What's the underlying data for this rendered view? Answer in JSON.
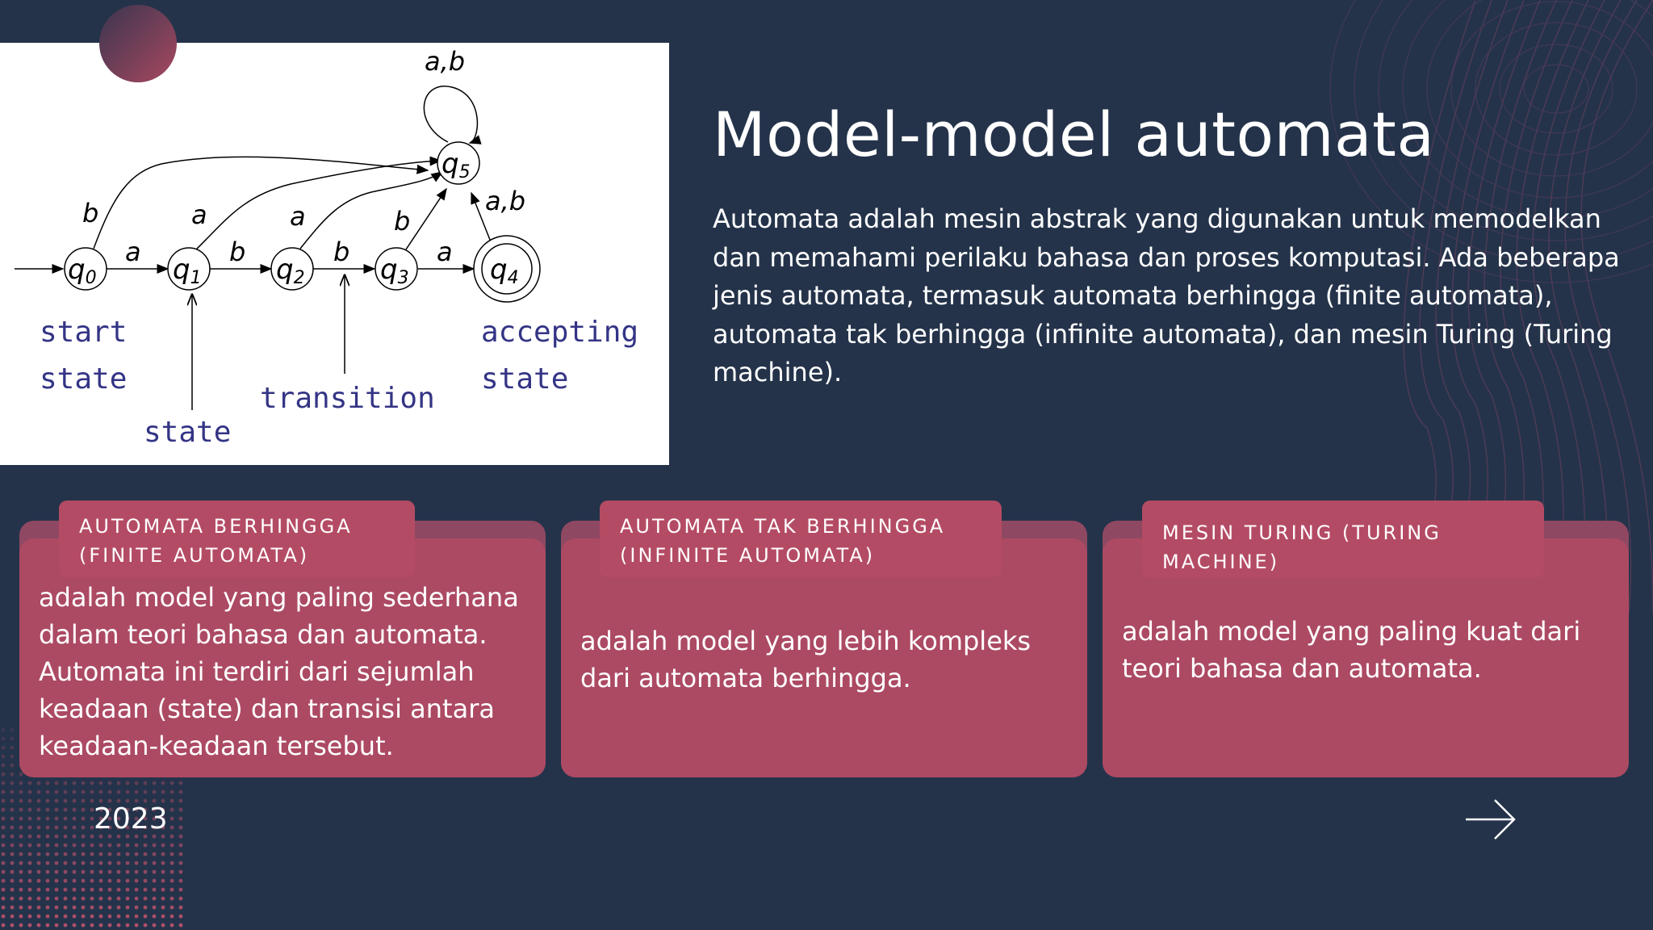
{
  "slide": {
    "title": "Model-model automata",
    "intro": "Automata adalah mesin abstrak yang digunakan untuk memodelkan dan memahami perilaku bahasa dan proses komputasi. Ada beberapa jenis automata, termasuk automata berhingga (finite automata), automata tak berhingga (infinite automata), dan mesin Turing (Turing machine).",
    "year": "2023",
    "next_icon": "arrow-right-icon"
  },
  "diagram": {
    "states": [
      "q0",
      "q1",
      "q2",
      "q3",
      "q4",
      "q5"
    ],
    "transitions": [
      {
        "from": "q0",
        "to": "q1",
        "label": "a"
      },
      {
        "from": "q1",
        "to": "q2",
        "label": "b"
      },
      {
        "from": "q2",
        "to": "q3",
        "label": "b"
      },
      {
        "from": "q3",
        "to": "q4",
        "label": "a"
      },
      {
        "from": "q0",
        "to": "q5",
        "label": "b"
      },
      {
        "from": "q1",
        "to": "q5",
        "label": "a"
      },
      {
        "from": "q2",
        "to": "q5",
        "label": "a"
      },
      {
        "from": "q3",
        "to": "q5",
        "label": "b"
      },
      {
        "from": "q4",
        "to": "q5",
        "label": "a,b"
      },
      {
        "from": "q5",
        "to": "q5",
        "label": "a,b"
      }
    ],
    "start_state": "q0",
    "accepting_state": "q4",
    "annotations": {
      "start_state_line1": "start",
      "start_state_line2": "state",
      "state": "state",
      "transition": "transition",
      "accepting_line1": "accepting",
      "accepting_line2": "state"
    },
    "labels": {
      "q0": "q",
      "q0_sub": "0",
      "q1": "q",
      "q1_sub": "1",
      "q2": "q",
      "q2_sub": "2",
      "q3": "q",
      "q3_sub": "3",
      "q4": "q",
      "q4_sub": "4",
      "q5": "q",
      "q5_sub": "5",
      "t_q0_q1": "a",
      "t_q1_q2": "b",
      "t_q2_q3": "b",
      "t_q3_q4": "a",
      "t_q0_q5": "b",
      "t_q1_q5": "a",
      "t_q2_q5": "a",
      "t_q3_q5": "b",
      "t_q4_q5": "a,b",
      "t_q5_loop": "a,b"
    }
  },
  "cards": [
    {
      "tab": "AUTOMATA BERHINGGA (FINITE AUTOMATA)",
      "text": "adalah model yang paling sederhana dalam teori bahasa dan automata. Automata ini terdiri dari sejumlah keadaan (state) dan transisi antara keadaan-keadaan tersebut."
    },
    {
      "tab": "AUTOMATA TAK BERHINGGA (INFINITE AUTOMATA)",
      "text": "adalah model yang lebih kompleks dari automata berhingga."
    },
    {
      "tab": "MESIN TURING (TURING MACHINE)",
      "text": "adalah model yang paling kuat dari teori bahasa dan automata."
    }
  ],
  "colors": {
    "background": "#24334a",
    "card": "#ac4a63",
    "card_tab": "#b44b64",
    "accent": "#a8485f",
    "annotation_text": "#343486"
  }
}
